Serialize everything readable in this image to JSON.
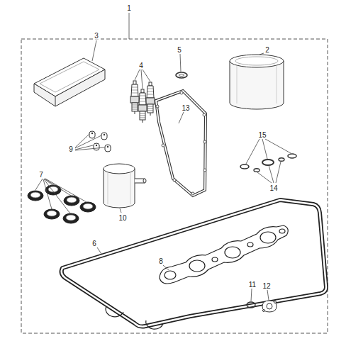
{
  "diagram": {
    "labels": [
      "1",
      "3",
      "4",
      "5",
      "2",
      "13",
      "9",
      "15",
      "14",
      "7",
      "10",
      "6",
      "8",
      "11",
      "12"
    ]
  }
}
